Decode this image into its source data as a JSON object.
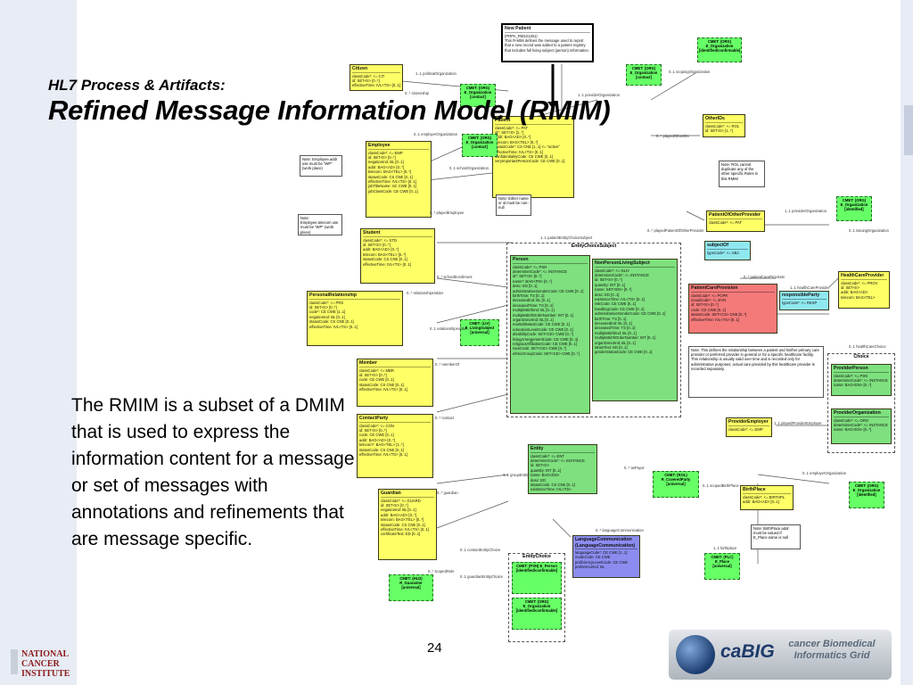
{
  "slide": {
    "title_line1": "HL7 Process & Artifacts:",
    "title_line2": "Refined Message Information Model (RMIM)",
    "body": "The RMIM is a subset of a DMIM that is used to express the information content for a message or set of messages with annotations and refinements that are message specific.",
    "page_number": "24"
  },
  "logos": {
    "nci_line1": "NATIONAL",
    "nci_line2": "CANCER",
    "nci_line3": "INSTITUTE",
    "cabig_name": "caBIG",
    "cabig_tagline": "cancer Biomedical Informatics Grid"
  },
  "diagram": {
    "new_patient": {
      "title": "New Patient",
      "code": "(PRPA_RM101301)",
      "text": "This R-MIM defines the message used to report that a new record was added to a patient registry that includes full living subject (person) information."
    },
    "citizen": {
      "title": "Citizen",
      "lines": [
        "classCode*: <= CIT",
        "id: SET<II> [0..*]",
        "effectiveTime: IVL<TS> [0..1]"
      ]
    },
    "employee": {
      "title": "Employee",
      "lines": [
        "classCode*: <= EMP",
        "id: SET<II> [0..*]",
        "negationInd: BL [0..1]",
        "addr: BAG<AD> [0..*]",
        "telecom: BAG<TEL> [0..*]",
        "statusCode: CS CNE [0..1]",
        "effectiveTime: IVL<TS> [0..1]",
        "jobTitleName: SC CWE [0..1]",
        "jobClassCode: CE CWE [0..1]"
      ]
    },
    "student": {
      "title": "Student",
      "lines": [
        "classCode*: <= STD",
        "id: SET<II> [0..*]",
        "addr: BAG<AD> [0..*]",
        "telecom: BAG<TEL> [0..*]",
        "statusCode: CS CNE [0..1]",
        "effectiveTime: IVL<TS> [0..1]"
      ]
    },
    "personal_relationship": {
      "title": "PersonalRelationship",
      "lines": [
        "classCode*: <= PRS",
        "id: SET<II> [0..*]",
        "code*: CE CWE [1..1]",
        "negationInd: BL [0..1]",
        "statusCode: CS CNE [0..1]",
        "effectiveTime: IVL<TS> [0..1]"
      ]
    },
    "member": {
      "title": "Member",
      "lines": [
        "classCode*: <= MBR",
        "id: SET<II> [0..*]",
        "code: CE CWE [0..1]",
        "statusCode: CS CNE [0..1]",
        "effectiveTime: IVL<TS> [0..1]"
      ]
    },
    "contact_party": {
      "title": "ContactParty",
      "lines": [
        "classCode*: <= CON",
        "id: SET<II> [0..*]",
        "code: CE CWE [0..1]",
        "addr: BAG<AD> [0..*]",
        "telecom*: BAG<TEL> [1..*]",
        "statusCode: CS CNE [0..1]",
        "effectiveTime: IVL<TS> [0..1]"
      ]
    },
    "guardian": {
      "title": "Guardian",
      "lines": [
        "classCode*: <= GUARD",
        "id: SET<II> [0..*]",
        "negationInd: BL [0..1]",
        "addr: BAG<AD> [0..*]",
        "telecom: BAG<TEL> [0..*]",
        "statusCode: CS CNE [0..1]",
        "effectiveTime: IVL<TS> [0..1]",
        "certificateText: ED [0..1]"
      ]
    },
    "patient": {
      "title": "Patient",
      "lines": [
        "classCode*: <= PAT",
        "id*: SET<II> [1..*]",
        "addr: BAG<AD> [0..*]",
        "telecom: BAG<TEL> [0..*]",
        "statusCode*: CS CNE [1..1] <= \"active\"",
        "effectiveTime: IVL<TS> [0..1]",
        "confidentialityCode: CE CWE [0..1]",
        "veryImportantPersonCode: CE CWE [0..1]"
      ]
    },
    "person": {
      "title": "Person",
      "lines": [
        "classCode*: <= PSN",
        "determinerCode*: <= INSTANCE",
        "id*: SET<II> [0..*]",
        "name*: BAG<PN> [0..*]",
        "desc: ED [0..1]",
        "administrativeGenderCode: CE CWE [0..1]",
        "birthTime: TS [0..1]",
        "deceasedInd: BL [0..1]",
        "deceasedTime: TS [0..1]",
        "multipleBirthInd: BL [0..1]",
        "multipleBirthOrderNumber: INT [0..1]",
        "organDonorInd: BL [0..1]",
        "maritalStatusCode: CE CWE [0..1]",
        "educationLevelCode: CE CWE [0..1]",
        "disabilityCode: SET<CE> CWE [0..*]",
        "livingArrangementCode: CE CWE [0..1]",
        "religiousAffiliationCode: CE CWE [0..1]",
        "raceCode: SET<CE> CWE [0..*]",
        "ethnicGroupCode: SET<CE> CWE [0..*]"
      ]
    },
    "non_person": {
      "title": "NonPersonLivingSubject",
      "lines": [
        "classCode*: <= NLIV",
        "determinerCode*: <= INSTANCE",
        "id: SET<II> [0..*]",
        "quantity: INT [0..1]",
        "name: SET<EN> [0..*]",
        "desc: ED [0..1]",
        "existenceTime: IVL<TS> [0..1]",
        "riskCode: CE CWE [0..1]",
        "handlingCode: CE CWE [0..1]",
        "administrativeGenderCode: CE CWE [0..1]",
        "birthTime: TS [0..1]",
        "deceasedInd: BL [0..1]",
        "deceasedTime: TS [0..1]",
        "multipleBirthInd: BL [0..1]",
        "multipleBirthOrderNumber: INT [0..1]",
        "organDonorInd: BL [0..1]",
        "strainText: ED [0..1]",
        "genderStatusCode: CE CWE [0..1]"
      ]
    },
    "entity": {
      "title": "Entity",
      "lines": [
        "classCode*: <= ENT",
        "determinerCode*: <= INSTANCE",
        "id: SET<II>",
        "quantity: INT [0..1]",
        "name: BAG<EN>",
        "desc: ED",
        "statusCode: CS CNE [0..1]",
        "existenceTime: IVL<TS>"
      ]
    },
    "language": {
      "title": "LanguageCommunication (LanguageCommunication)",
      "lines": [
        "languageCode*: CE CWE [1..1]",
        "modeCode: CE CWE",
        "proficiencyLevelCode: CE CWE",
        "preferenceInd: BL"
      ]
    },
    "patient_care": {
      "title": "PatientCareProvision",
      "lines": [
        "classCode*: <= PCPR",
        "moodCode*: <= EVN",
        "id: SET<II> [0..*]",
        "code: CD CWE [0..1]",
        "statusCode: SET<CS> CNE [0..*]",
        "effectiveTime: IVL<TS> [0..1]"
      ]
    },
    "responsible_party": {
      "title": "responsibleParty",
      "lines": [
        "typeCode*: <= RESP"
      ]
    },
    "subject_of": {
      "title": "subjectOf",
      "lines": [
        "typeCode*: <= SBJ"
      ]
    },
    "other_ids": {
      "title": "OtherIDs",
      "lines": [
        "classCode*: <= ROL",
        "id: SET<II> [1..*]"
      ]
    },
    "patient_of_other": {
      "title": "PatientOfOtherProvider",
      "lines": [
        "classCode*: <= PAT"
      ]
    },
    "health_care": {
      "title": "HealthCareProvider",
      "lines": [
        "classCode*: <= PROV",
        "id: SET<II>",
        "addr: BAG<AD>",
        "telecom: BAG<TEL>"
      ]
    },
    "provider_person": {
      "title": "ProviderPerson",
      "lines": [
        "classCode*: <= PSN",
        "determinerCode*: <= INSTANCE",
        "name: BAG<EN> [0..*]"
      ]
    },
    "provider_org": {
      "title": "ProviderOrganization",
      "lines": [
        "classCode*: <= ORG",
        "determinerCode*: <= INSTANCE",
        "name: BAG<EN> [0..*]"
      ]
    },
    "provider_employer": {
      "title": "ProviderEmployer",
      "lines": [
        "classCode*: <= EMP"
      ]
    },
    "birth_place": {
      "title": "BirthPlace",
      "lines": [
        "classCode*: <= BIRTHPL",
        "addr: BAG<AD> [0..1]"
      ]
    },
    "entity_choice_subject": "EntityChoiceSubject",
    "entity_choice": "EntityChoice",
    "choice": "Choice",
    "cmets": [
      "CMET: (ORG) E_Organization [identified/confirmable]",
      "CMET: (ORG) E_Organization [contact]",
      "CMET: (ORG) E_Organization [identified]",
      "CMET: (ORG) E_Organization [contact]",
      "CMET: (ORG) E_Organization [contact]",
      "CMET: (LIV) E_LivingSubject [universal]",
      "CMET: (ROL) R_CoveredParty [universal]",
      "CMET: (ORG) E_Organization [identified]",
      "CMET: (PLC) E_Place [universal]",
      "CMET: (PSN) E_Person [identified/confirmable]",
      "CMET: (ORG) E_Organization [identified/confirmable]",
      "CMET: (HLD) R_Guarantor [universal]"
    ],
    "notes": [
      "Note: Employee.addr use must be \"WP\" (work place)",
      "Note: Employee.telecom use must be \"WP\" (work place)",
      "Note: Either name or id must be non-null",
      "Note: ROL cannot duplicate any of the other specific Roles in this RMIM",
      "Note: This defines the relationship between a patient and his/her primary care provider or preferred provider in general or for a specific healthcare facility. This relationship is usually valid over time and is recorded only for administrative purposes; actual care provided by this healthcare provider is recorded separately.",
      "Note: BirthPlace.addr must be valued if E_Place.name is null"
    ],
    "labels": [
      "1..1 politicalOrganization",
      "0..* citizenship",
      "0..1 employerOrganization",
      "0..1 schoolOrganization",
      "0..* playedEmployee",
      "1..1 patientEntityChoiceSubject",
      "0..* schoolEnrollment",
      "0..* relationshipHolder",
      "0..1 relationshipHolder",
      "0..* memberOf",
      "0..* contact",
      "0..* guardian",
      "1..1 groupEntity",
      "0..1 contactEntityChoice",
      "0..1 guardianEntityChoice",
      "0..* languageCommunication",
      "1..1 providerOrganization",
      "0..1 scopingOrganization",
      "0..* playedOtherIDs",
      "0..* playedPatientOfOtherProvider",
      "1..1 providerOrganization",
      "0..1 issuingOrganization",
      "0..* patientCareProvision",
      "1..1 healthCareProvider",
      "0..1 healthCareChoice",
      "1..1 playedProviderEmployer",
      "0..1 scopedBirthPlace",
      "0..1 employerOrganization",
      "1..1 birthplace",
      "0..* asPayor",
      "0..* scopedRole"
    ]
  }
}
